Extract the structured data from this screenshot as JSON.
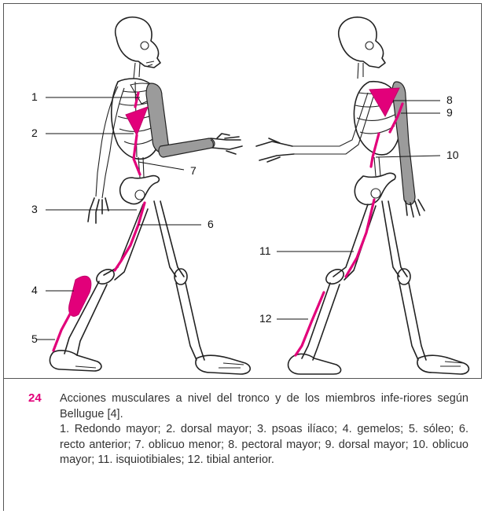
{
  "figure": {
    "labels_left": [
      "1",
      "2",
      "3",
      "4",
      "5",
      "6",
      "7"
    ],
    "labels_right": [
      "8",
      "9",
      "10",
      "11",
      "12"
    ],
    "colors": {
      "muscle": "#e2007a",
      "bone_outline": "#222222",
      "arm_shade": "#9b9b9b"
    }
  },
  "caption": {
    "number": "24",
    "title": "Acciones musculares a nivel del tronco y de los miembros infe-riores según Bellugue [4].",
    "list": "1. Redondo mayor; 2. dorsal mayor; 3. psoas ilíaco; 4. gemelos; 5. sóleo; 6. recto anterior; 7. oblicuo menor; 8. pectoral mayor; 9. dorsal mayor; 10. oblicuo mayor; 11. isquiotibiales; 12. tibial anterior."
  }
}
